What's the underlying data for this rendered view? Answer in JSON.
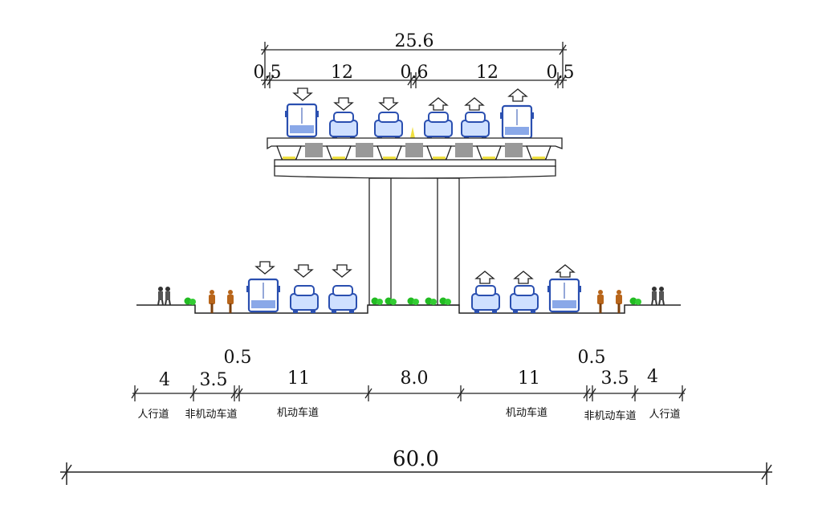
{
  "top": {
    "total_width": "25.6",
    "segments": [
      "0.5",
      "12",
      "0.6",
      "12",
      "0.5"
    ]
  },
  "bottom": {
    "segments": [
      "4",
      "3.5",
      "0.5",
      "11",
      "8.0",
      "11",
      "0.5",
      "3.5",
      "4"
    ],
    "labels": [
      "人行道",
      "非机动车道",
      "机动车道",
      "机动车道",
      "非机动车道",
      "人行道"
    ],
    "total_width": "60.0"
  },
  "colors": {
    "vehicle": "#2a4fb0",
    "tree": "#22bb22",
    "bike": "#b8651a",
    "light": "#f0e040"
  }
}
